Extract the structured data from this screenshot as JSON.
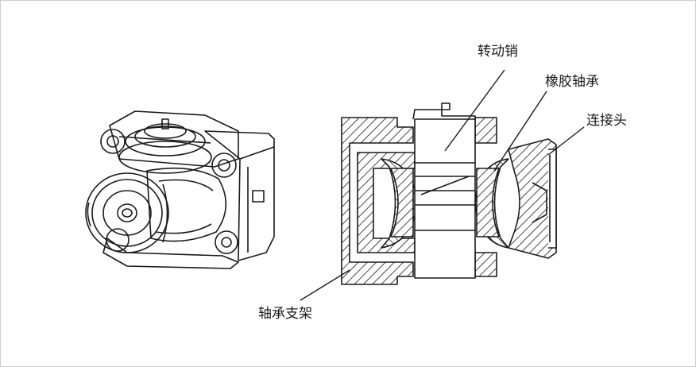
{
  "labels": {
    "pivot_pin": "转动销",
    "rubber_bearing": "橡胶轴承",
    "connector": "连接头",
    "bearing_bracket": "轴承支架"
  },
  "colors": {
    "ink": "#1a1a1a",
    "background": "#ffffff",
    "frame": "#cfcfcf"
  }
}
